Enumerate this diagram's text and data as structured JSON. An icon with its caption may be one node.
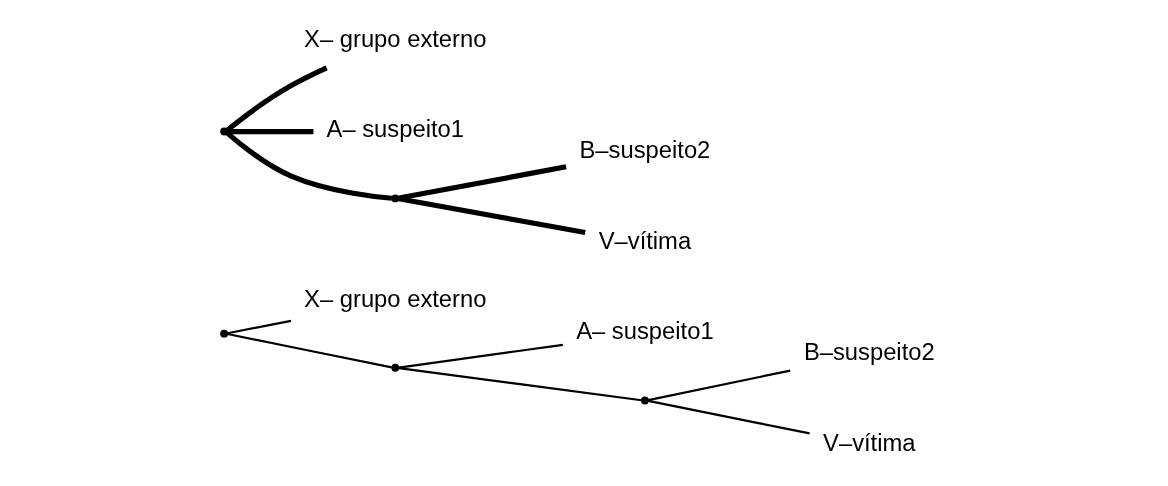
{
  "diagram": {
    "nodes": [
      {
        "text": [
          "X– grupo externo"
        ]
      },
      {
        "text": [
          "A– suspeito1"
        ]
      },
      {
        "text": [
          "B–suspeito2"
        ]
      },
      {
        "text": [
          "V–vítima"
        ]
      },
      {
        "text": [],
        "shape": "point"
      },
      {
        "text": [],
        "shape": "point"
      },
      {
        "text": [],
        "shape": "point"
      },
      {
        "text": [
          "X– grupo externo"
        ]
      },
      {
        "text": [
          "A– suspeito1"
        ]
      },
      {
        "text": [
          "B–suspeito2"
        ]
      },
      {
        "text": [
          "V–vítima"
        ]
      },
      {
        "text": [],
        "shape": "point"
      },
      {
        "text": [],
        "shape": "point"
      }
    ],
    "edges": [
      {
        "from": 4,
        "to": 0,
        "arrow": "none"
      },
      {
        "from": 4,
        "to": 5,
        "arrow": "none"
      },
      {
        "from": 5,
        "to": 1,
        "arrow": "none"
      },
      {
        "from": 5,
        "to": 6,
        "arrow": "none"
      },
      {
        "from": 6,
        "to": 2,
        "arrow": "none"
      },
      {
        "from": 6,
        "to": 3,
        "arrow": "none"
      },
      {
        "from": 11,
        "to": 7,
        "arrow": "none",
        "style": "thick"
      },
      {
        "from": 11,
        "to": 8,
        "arrow": "none",
        "style": "thick"
      },
      {
        "from": 11,
        "to": 12,
        "arrow": "none",
        "style": "thick"
      },
      {
        "from": 12,
        "to": 9,
        "arrow": "none",
        "style": "thick"
      },
      {
        "from": 12,
        "to": 10,
        "arrow": "none",
        "style": "thick"
      }
    ]
  }
}
